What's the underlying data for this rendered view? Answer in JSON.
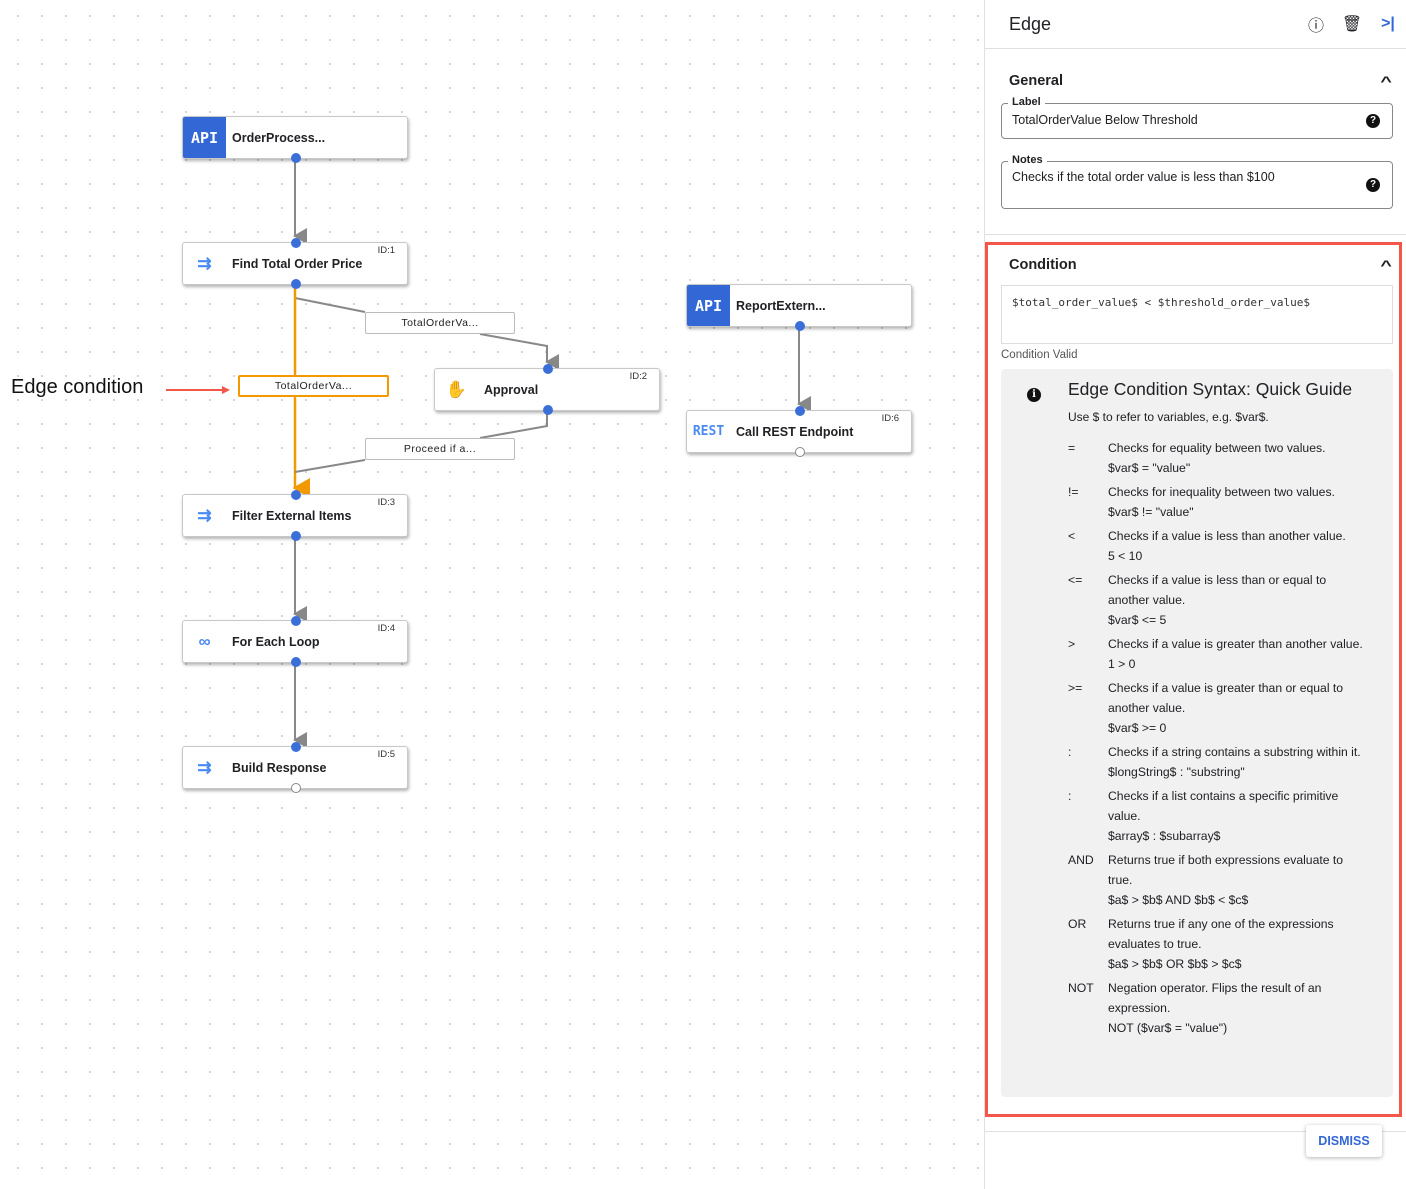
{
  "annotation": {
    "text": "Edge condition",
    "color": "#f4574a"
  },
  "colors": {
    "accent": "#3367d6",
    "selected_edge": "#f29900",
    "highlight": "#f4574a"
  },
  "nodes": [
    {
      "key": "order",
      "name": "OrderProcess...",
      "icon": "api-icon",
      "badge": "API",
      "id": ""
    },
    {
      "key": "find",
      "name": "Find Total Order Price",
      "icon": "merge-icon",
      "id": "ID:1"
    },
    {
      "key": "approval",
      "name": "Approval",
      "icon": "hand-icon",
      "id": "ID:2"
    },
    {
      "key": "filter",
      "name": "Filter External Items",
      "icon": "merge-icon",
      "id": "ID:3"
    },
    {
      "key": "loop",
      "name": "For Each Loop",
      "icon": "loop-icon",
      "id": "ID:4"
    },
    {
      "key": "build",
      "name": "Build Response",
      "icon": "merge-icon",
      "id": "ID:5"
    },
    {
      "key": "report",
      "name": "ReportExtern...",
      "icon": "api-icon",
      "badge": "API",
      "id": ""
    },
    {
      "key": "rest",
      "name": "Call REST Endpoint",
      "icon": "rest-icon",
      "badge": "REST",
      "id": "ID:6"
    }
  ],
  "edge_labels": [
    "TotalOrderVa...",
    "TotalOrderVa...",
    "Proceed if a..."
  ],
  "panel": {
    "title": "Edge",
    "general": {
      "title": "General",
      "label_legend": "Label",
      "label_value": "TotalOrderValue Below Threshold",
      "notes_legend": "Notes",
      "notes_value": "Checks if the total order value is less than $100"
    },
    "condition": {
      "title": "Condition",
      "value": "$total_order_value$ < $threshold_order_value$",
      "status": "Condition Valid"
    },
    "guide": {
      "title": "Edge Condition Syntax: Quick Guide",
      "subtitle": "Use $ to refer to variables, e.g. $var$.",
      "items": [
        {
          "op": "=",
          "desc": "Checks for equality between two values.",
          "ex": "$var$ = \"value\""
        },
        {
          "op": "!=",
          "desc": "Checks for inequality between two values.",
          "ex": "$var$ != \"value\""
        },
        {
          "op": "<",
          "desc": "Checks if a value is less than another value.",
          "ex": "5 < 10"
        },
        {
          "op": "<=",
          "desc": "Checks if a value is less than or equal to another value.",
          "ex": "$var$ <= 5"
        },
        {
          "op": ">",
          "desc": "Checks if a value is greater than another value.",
          "ex": "1 > 0"
        },
        {
          "op": ">=",
          "desc": "Checks if a value is greater than or equal to another value.",
          "ex": "$var$ >= 0"
        },
        {
          "op": ":",
          "desc": "Checks if a string contains a substring within it.",
          "ex": "$longString$ : \"substring\""
        },
        {
          "op": ":",
          "desc": "Checks if a list contains a specific primitive value.",
          "ex": "$array$ : $subarray$"
        },
        {
          "op": "AND",
          "desc": "Returns true if both expressions evaluate to true.",
          "ex": "$a$ > $b$ AND $b$ < $c$"
        },
        {
          "op": "OR",
          "desc": "Returns true if any one of the expressions evaluates to true.",
          "ex": "$a$ > $b$ OR $b$ > $c$"
        },
        {
          "op": "NOT",
          "desc": "Negation operator. Flips the result of an expression.",
          "ex": "NOT ($var$ = \"value\")"
        }
      ]
    },
    "dismiss": "DISMISS"
  }
}
